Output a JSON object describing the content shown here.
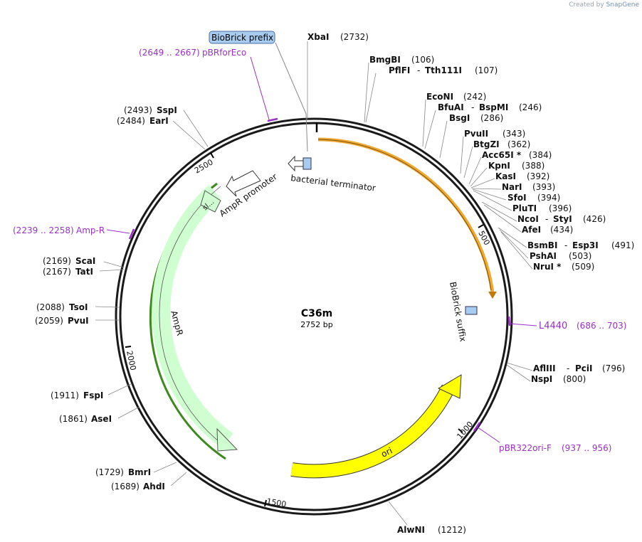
{
  "credit": {
    "prefix": "Created by",
    "brand": "SnapGene"
  },
  "plasmid": {
    "name": "C36m",
    "length_label": "2752 bp",
    "length": 2752
  },
  "ticks": [
    "500",
    "1000",
    "1500",
    "2000",
    "2500"
  ],
  "sites": [
    {
      "name": "XbaI",
      "pos": "(2732)"
    },
    {
      "name": "BmgBI",
      "pos": "(106)"
    },
    {
      "name": "PflFI",
      "alt": "Tth111I",
      "pos": "(107)"
    },
    {
      "name": "EcoNI",
      "pos": "(242)"
    },
    {
      "name": "BfuAI",
      "alt": "BspMI",
      "pos": "(246)"
    },
    {
      "name": "BsgI",
      "pos": "(286)"
    },
    {
      "name": "PvuII",
      "pos": "(343)"
    },
    {
      "name": "BtgZI",
      "pos": "(362)"
    },
    {
      "name": "Acc65I *",
      "pos": "(384)"
    },
    {
      "name": "KpnI",
      "pos": "(388)"
    },
    {
      "name": "KasI",
      "pos": "(392)"
    },
    {
      "name": "NarI",
      "pos": "(393)"
    },
    {
      "name": "SfoI",
      "pos": "(394)"
    },
    {
      "name": "PluTI",
      "pos": "(396)"
    },
    {
      "name": "NcoI",
      "alt": "StyI",
      "pos": "(426)"
    },
    {
      "name": "AfeI",
      "pos": "(434)"
    },
    {
      "name": "BsmBI",
      "alt": "Esp3I",
      "pos": "(491)"
    },
    {
      "name": "PshAI",
      "pos": "(503)"
    },
    {
      "name": "NruI *",
      "pos": "(509)"
    },
    {
      "name": "AflIII",
      "alt": "PciI",
      "pos": "(796)"
    },
    {
      "name": "NspI",
      "pos": "(800)"
    },
    {
      "name": "AlwNI",
      "pos": "(1212)"
    },
    {
      "name": "AhdI",
      "pos": "(1689)"
    },
    {
      "name": "BmrI",
      "pos": "(1729)"
    },
    {
      "name": "AseI",
      "pos": "(1861)"
    },
    {
      "name": "FspI",
      "pos": "(1911)"
    },
    {
      "name": "PvuI",
      "pos": "(2059)"
    },
    {
      "name": "TsoI",
      "pos": "(2088)"
    },
    {
      "name": "TatI",
      "pos": "(2167)"
    },
    {
      "name": "ScaI",
      "pos": "(2169)"
    },
    {
      "name": "EarI",
      "pos": "(2484)"
    },
    {
      "name": "SspI",
      "pos": "(2493)"
    }
  ],
  "primers": [
    {
      "name": "pBRforEco",
      "range": "(2649 .. 2667)"
    },
    {
      "name": "Amp-R",
      "range": "(2239 .. 2258)"
    },
    {
      "name": "L4440",
      "range": "(686 .. 703)"
    },
    {
      "name": "pBR322ori-F",
      "range": "(937 .. 956)"
    }
  ],
  "features": {
    "biobrick_prefix": "BioBrick prefix",
    "bacterial_terminator": "bacterial terminator",
    "ampr_promoter": "AmpR promoter",
    "ampr": "AmpR",
    "signal": "sl...",
    "ori": "ori",
    "biobrick_suffix": "BioBrick suffix"
  },
  "colors": {
    "backbone": "#1a1a1a",
    "orange_feature": "#f0a830",
    "ampr_fill": "#cfffd0",
    "ampr_outline": "#3d8a1e",
    "ori_fill": "#ffff00",
    "primer": "#9a2fc8",
    "biobrick": "#a8ccf0"
  }
}
